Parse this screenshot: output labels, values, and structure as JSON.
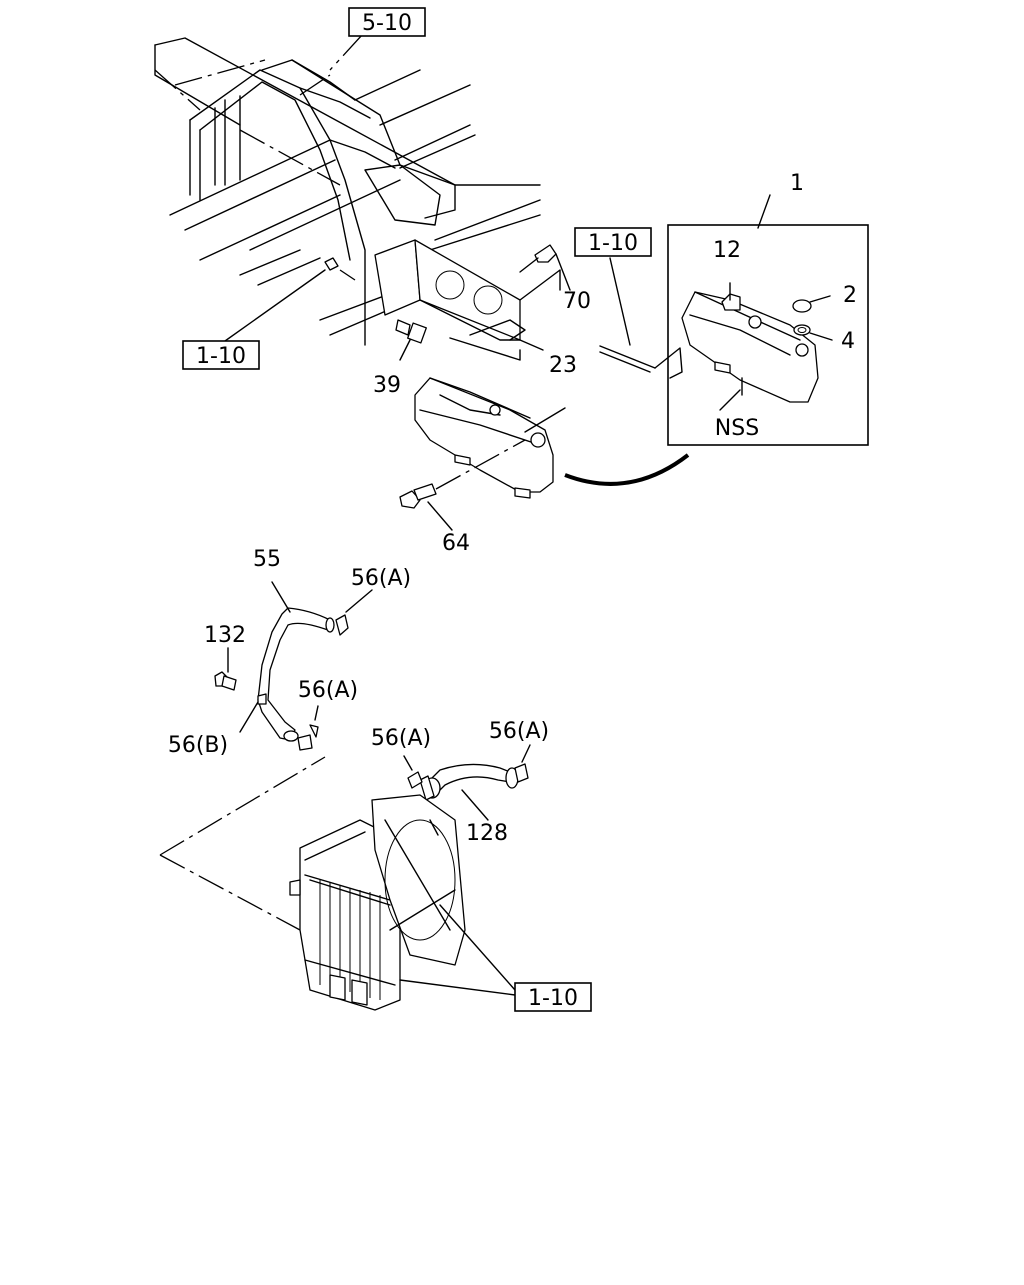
{
  "references": {
    "top": "5-10",
    "left": "1-10",
    "hose": "1-10",
    "radiator": "1-10"
  },
  "parts": {
    "p1": "1",
    "p2": "2",
    "p4": "4",
    "p12": "12",
    "p23": "23",
    "p39": "39",
    "p55": "55",
    "p56a_1": "56(A)",
    "p56a_2": "56(A)",
    "p56a_3": "56(A)",
    "p56a_4": "56(A)",
    "p56b": "56(B)",
    "p64": "64",
    "p70": "70",
    "p128": "128",
    "p132": "132",
    "nss": "NSS"
  }
}
